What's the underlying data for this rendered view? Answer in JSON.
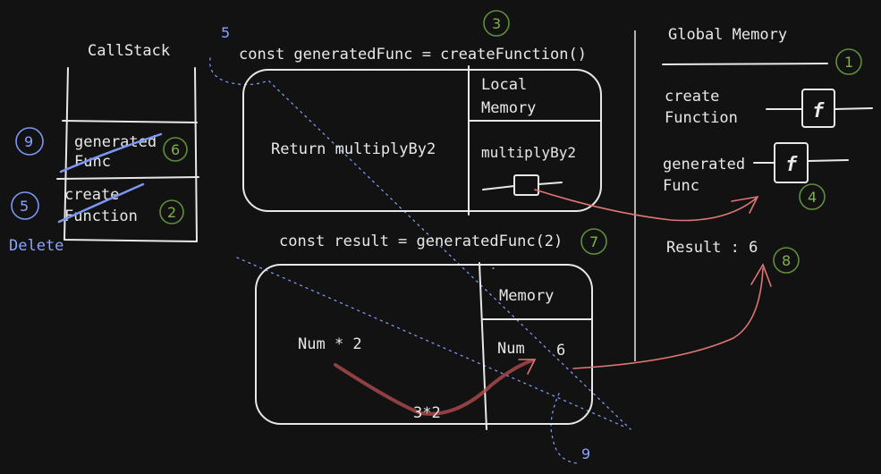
{
  "callstack": {
    "title": "CallStack",
    "frames": [
      {
        "line1": "generated",
        "line2": "Func",
        "step": "6",
        "delete_step": "9"
      },
      {
        "line1": "create",
        "line2": "Function",
        "step": "2",
        "delete_step": "5"
      }
    ],
    "delete_label": "Delete",
    "return_step": "5"
  },
  "execution_context_1": {
    "code": "const generatedFunc = createFunction()",
    "step": "3",
    "body": "Return multiplyBy2",
    "memory_title_line1": "Local",
    "memory_title_line2": "Memory",
    "memory_var": "multiplyBy2"
  },
  "execution_context_2": {
    "code": "const result = generatedFunc(2)",
    "step": "7",
    "body": "Num * 2",
    "calc": "3*2",
    "memory_title": "Memory",
    "memory_var": "Num",
    "memory_value": "6",
    "exit_step": "9"
  },
  "global_memory": {
    "title": "Global Memory",
    "step": "1",
    "entries": [
      {
        "line1": "create",
        "line2": "Function",
        "value": "f"
      },
      {
        "line1": "generated",
        "line2": "Func",
        "value": "f",
        "step": "4"
      }
    ],
    "result_label": "Result : 6",
    "result_step": "8"
  }
}
